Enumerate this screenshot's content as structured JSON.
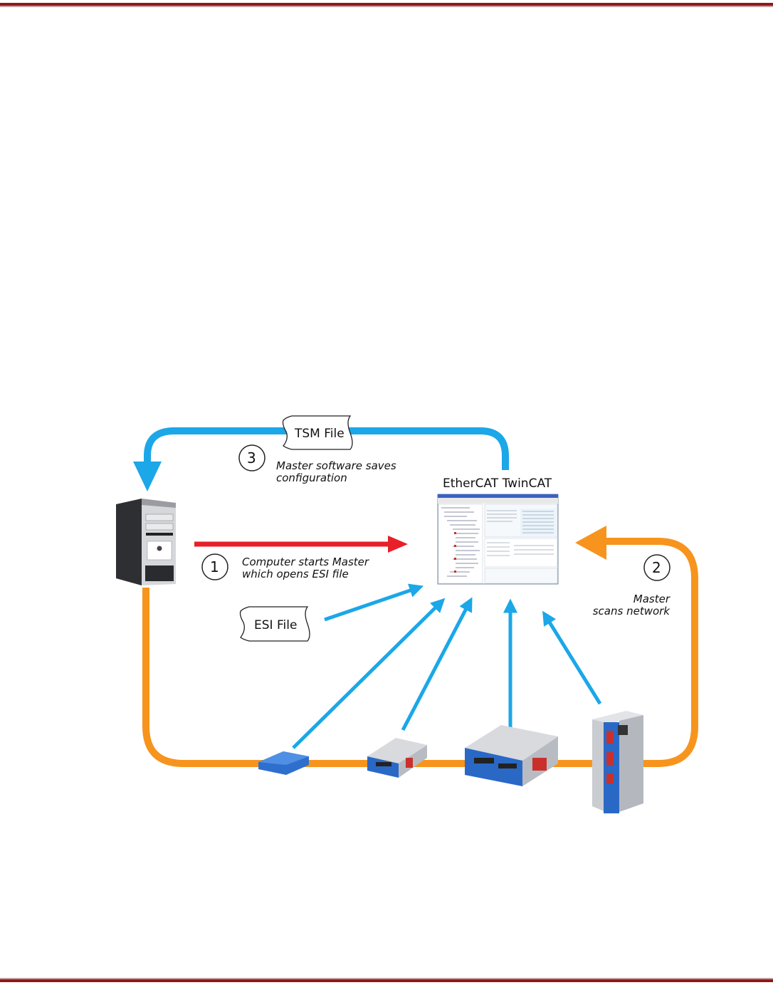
{
  "files": {
    "tsm": "TSM File",
    "esi": "ESI File"
  },
  "master": {
    "title": "EtherCAT TwinCAT"
  },
  "steps": [
    {
      "number": "1",
      "line1": "Computer starts Master",
      "line2": "which opens ESI file"
    },
    {
      "number": "2",
      "line1": "Master",
      "line2": "scans network"
    },
    {
      "number": "3",
      "line1": "Master software saves",
      "line2": "configuration"
    }
  ],
  "colors": {
    "data_flow": "#1ba7e8",
    "network": "#f7941d",
    "start": "#e8202a",
    "rule": "#8b1a1a"
  }
}
